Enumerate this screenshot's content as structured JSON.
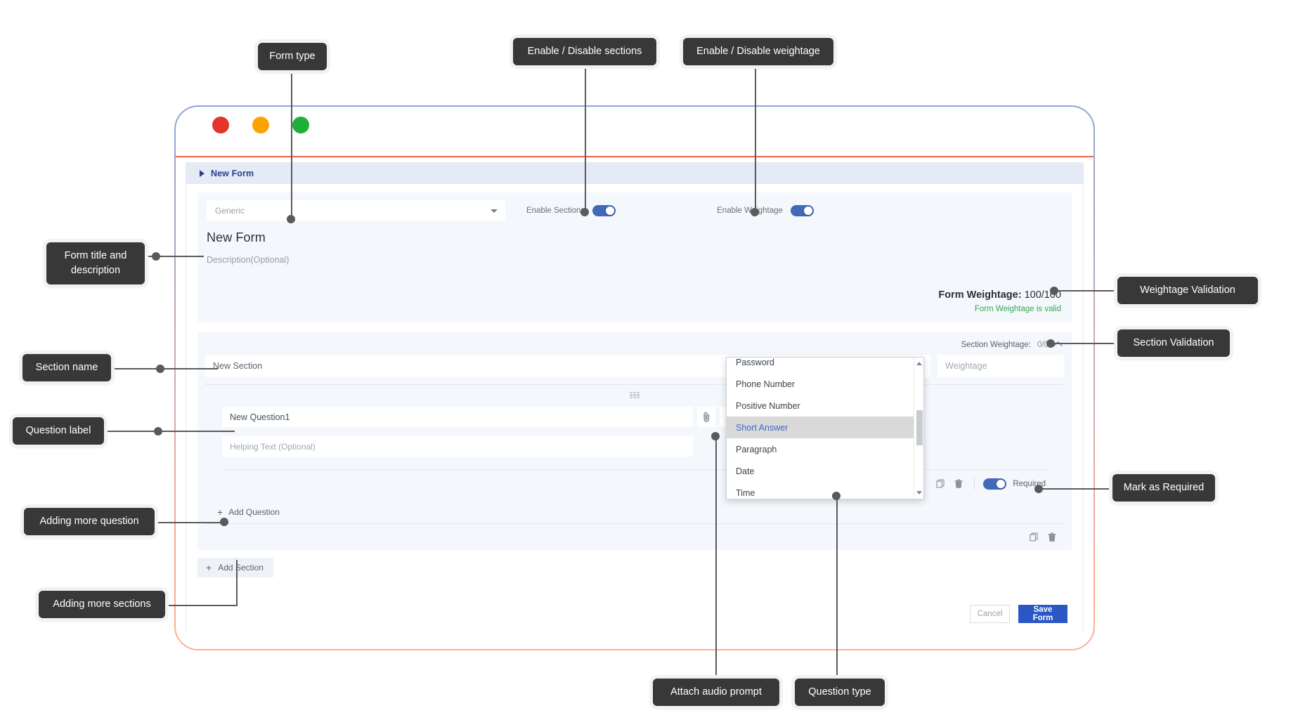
{
  "window": {
    "traffic_lights": [
      "close-red",
      "minimize-yellow",
      "maximize-green"
    ]
  },
  "app": {
    "form_header": {
      "title": "New Form",
      "caret_icon": "caret-right-icon"
    },
    "form_meta": {
      "form_type_value": "Generic",
      "form_type_caret_icon": "chevron-down-icon",
      "enable_sections_label": "Enable Sections",
      "enable_sections_on": true,
      "enable_weightage_label": "Enable Weightage",
      "enable_weightage_on": true,
      "form_title": "New Form",
      "description_placeholder": "Description(Optional)",
      "weightage_label": "Form Weightage:",
      "weightage_value": "100/100",
      "weightage_valid_text": "Form Weightage is valid",
      "valid_color": "#3aa655"
    },
    "section": {
      "weightage_label": "Section Weightage:",
      "weightage_value": "0/0",
      "collapse_icon": "chevron-up-icon",
      "name_value": "New Section",
      "weightage_placeholder": "Weightage",
      "drag_handle_icon": "drag-dots-icon",
      "question": {
        "label_value": "New Question1",
        "attach_icon": "paperclip-icon",
        "helping_text_placeholder": "Helping Text (Optional)",
        "copy_icon": "copy-icon",
        "delete_icon": "trash-icon",
        "required_label": "Required",
        "required_on": true
      },
      "add_question_label": "Add Question",
      "add_question_icon": "plus-icon",
      "copy_icon": "copy-icon",
      "delete_icon": "trash-icon"
    },
    "add_section_label": "Add Section",
    "add_section_icon": "plus-icon",
    "actions": {
      "cancel_label": "Cancel",
      "save_label": "Save Form",
      "save_color": "#2b57c4"
    }
  },
  "question_type_dropdown": {
    "items": [
      {
        "label": "Password",
        "selected": false
      },
      {
        "label": "Phone Number",
        "selected": false
      },
      {
        "label": "Positive Number",
        "selected": false
      },
      {
        "label": "Short Answer",
        "selected": true
      },
      {
        "label": "Paragraph",
        "selected": false
      },
      {
        "label": "Date",
        "selected": false
      },
      {
        "label": "Time",
        "selected": false
      }
    ],
    "scroll_up_icon": "triangle-up-icon",
    "scroll_down_icon": "triangle-down-icon"
  },
  "annotations": [
    {
      "id": "form-type",
      "text": "Form type"
    },
    {
      "id": "enable-sections",
      "text": "Enable / Disable sections"
    },
    {
      "id": "enable-weightage",
      "text": "Enable / Disable weightage"
    },
    {
      "id": "form-title-desc",
      "text": "Form title and\ndescription"
    },
    {
      "id": "weightage-validation",
      "text": "Weightage Validation"
    },
    {
      "id": "section-validation",
      "text": "Section Validation"
    },
    {
      "id": "section-name",
      "text": "Section name"
    },
    {
      "id": "question-label",
      "text": "Question label"
    },
    {
      "id": "mark-required",
      "text": "Mark as Required"
    },
    {
      "id": "add-more-question",
      "text": "Adding more question"
    },
    {
      "id": "add-more-sections",
      "text": "Adding more sections"
    },
    {
      "id": "attach-audio",
      "text": "Attach audio prompt"
    },
    {
      "id": "question-type",
      "text": "Question type"
    }
  ]
}
